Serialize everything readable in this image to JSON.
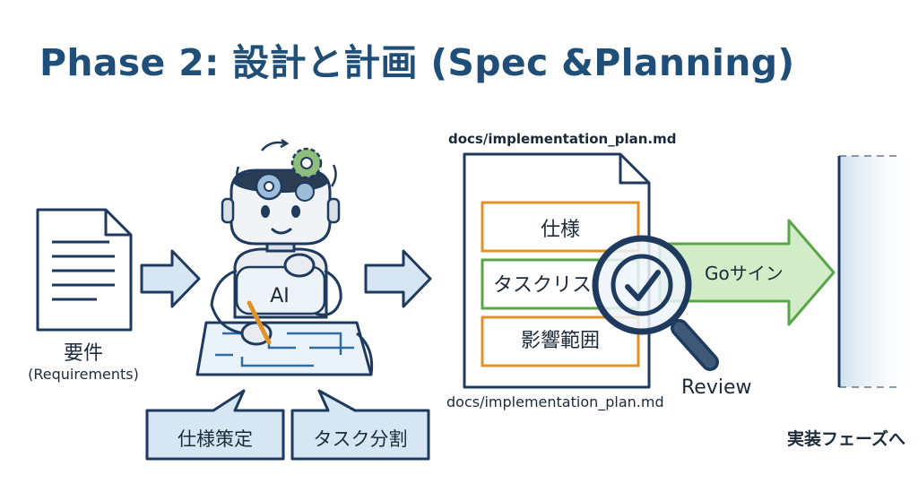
{
  "title": "Phase 2: 設計と計画 (Spec &Planning)",
  "requirements": {
    "label_ja": "要件",
    "label_en": "(Requirements)"
  },
  "ai_label": "AI",
  "callouts": [
    "仕様策定",
    "タスク分割"
  ],
  "plan_doc": {
    "filename_top": "docs/implementation_plan.md",
    "filename_bottom": "docs/implementation_plan.md",
    "sections": [
      "仕様",
      "タスクリス",
      "影響範囲"
    ]
  },
  "review_label": "Review",
  "go_label": "Goサイン",
  "next_phase_label": "実装フェーズへ",
  "colors": {
    "title": "#1f4e79",
    "navy": "#1f3a5f",
    "orange": "#e0922a",
    "green": "#5aa54a",
    "arrow_blue": "#d6e6f3"
  }
}
